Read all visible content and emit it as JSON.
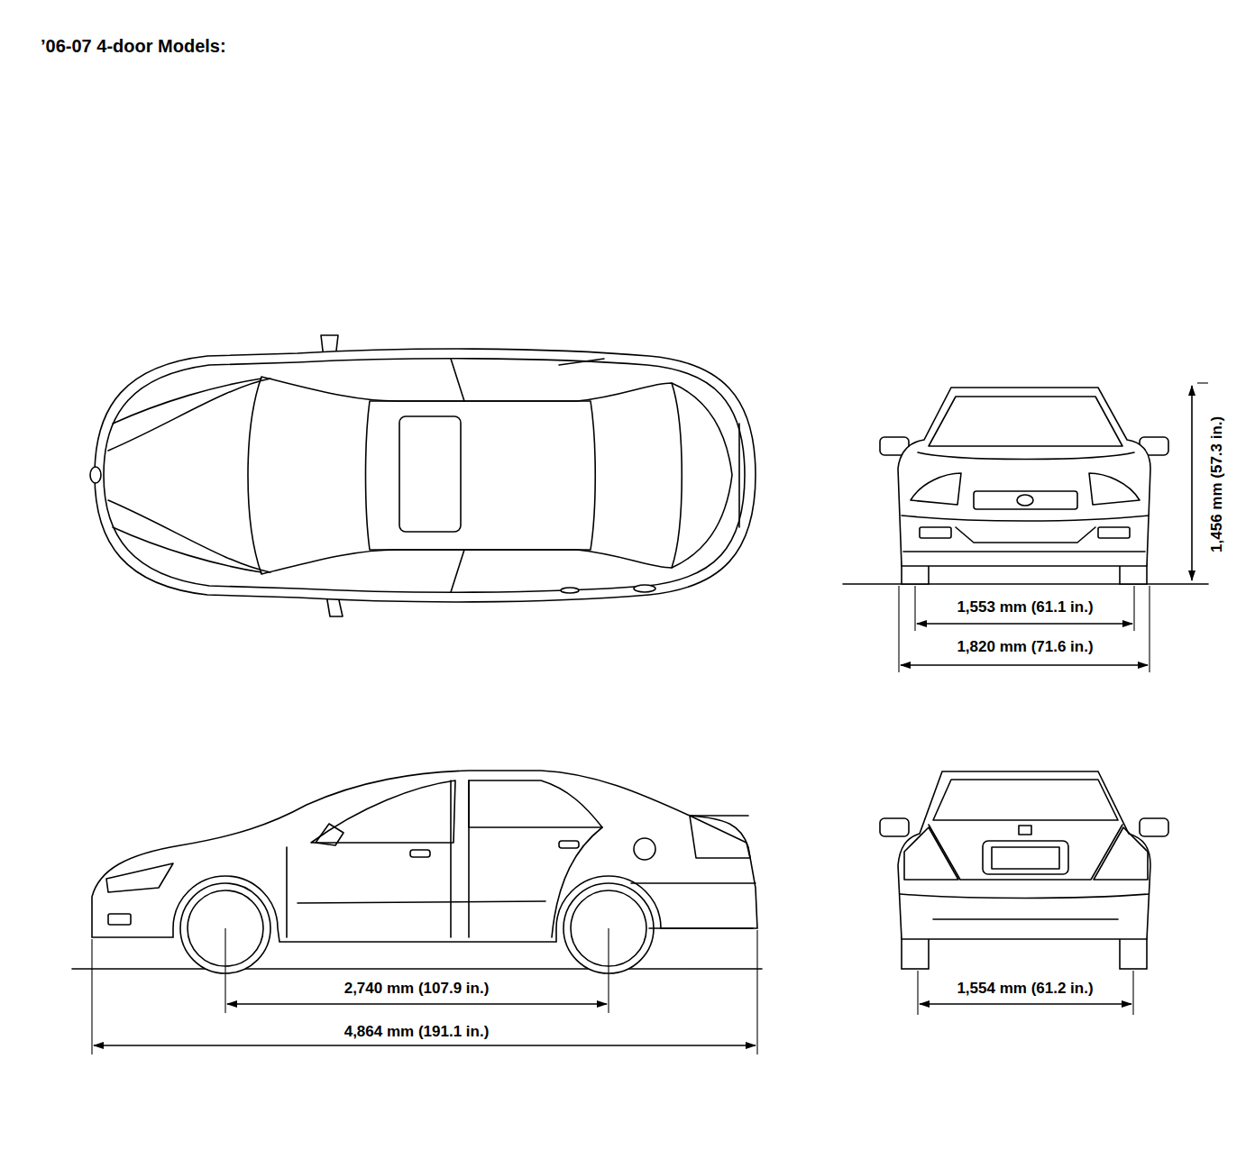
{
  "diagram": {
    "title": "’06-07 4-door Models:",
    "labels": [
      "1,456 mm (57.3 in.)",
      "1,553 mm (61.1 in.)",
      "1,820 mm (71.6 in.)",
      "2,740 mm (107.9 in.)",
      "4,864 mm (191.1 in.)",
      "1,554 mm (61.2 in.)"
    ]
  }
}
